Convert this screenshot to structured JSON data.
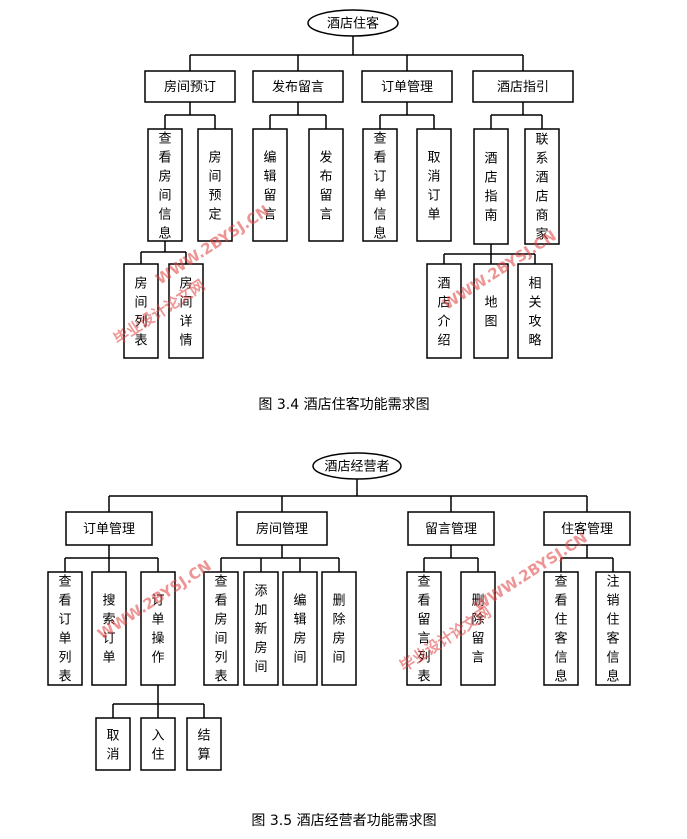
{
  "diagram1": {
    "root": "酒店住客",
    "caption": "图  3.4 酒店住客功能需求图",
    "level1": [
      "房间预订",
      "发布留言",
      "订单管理",
      "酒店指引"
    ],
    "level2": [
      "查看房间信息",
      "房间预定",
      "编辑留言",
      "发布留言",
      "查看订单信息",
      "取消订单",
      "酒店指南",
      "联系酒店商家"
    ],
    "level3": [
      "房间列表",
      "房间详情",
      "酒店介绍",
      "地图",
      "相关攻略"
    ]
  },
  "diagram2": {
    "root": "酒店经营者",
    "caption": "图  3.5 酒店经营者功能需求图",
    "level1": [
      "订单管理",
      "房间管理",
      "留言管理",
      "住客管理"
    ],
    "level2": [
      "查看订单列表",
      "搜索订单",
      "订单操作",
      "查看房间列表",
      "添加新房间",
      "编辑房间",
      "删除房间",
      "查看留言列表",
      "删除留言",
      "查看住客信息",
      "注销住客信息"
    ],
    "level3": [
      "取消",
      "入住",
      "结算"
    ]
  },
  "watermarks": [
    "WWW.2BYSJ.CN",
    "毕业设计论文网"
  ]
}
